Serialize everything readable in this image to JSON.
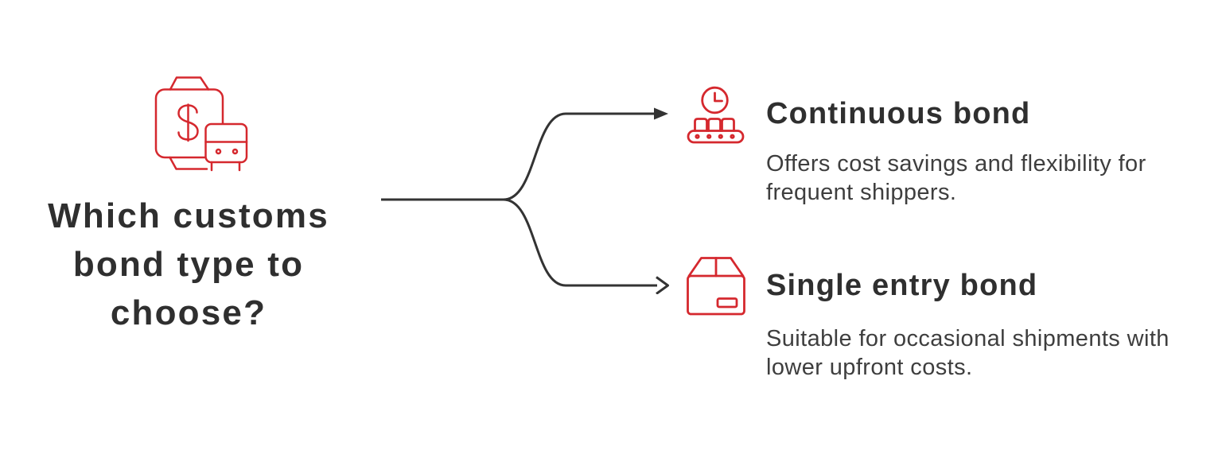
{
  "colors": {
    "accent": "#d5282e",
    "ink": "#2f2f2f",
    "body_text": "#3e3e3e",
    "arrow": "#333333",
    "background": "#ffffff"
  },
  "question": {
    "title": "Which customs bond type to choose?",
    "icon": "money-bag-and-cargo-icon"
  },
  "branches": [
    {
      "id": "continuous-bond",
      "icon": "conveyor-clock-icon",
      "title": "Continuous bond",
      "description": "Offers cost savings and flexibility for frequent shippers."
    },
    {
      "id": "single-entry-bond",
      "icon": "package-box-icon",
      "title": "Single entry bond",
      "description": "Suitable for occasional shipments with lower upfront costs."
    }
  ]
}
